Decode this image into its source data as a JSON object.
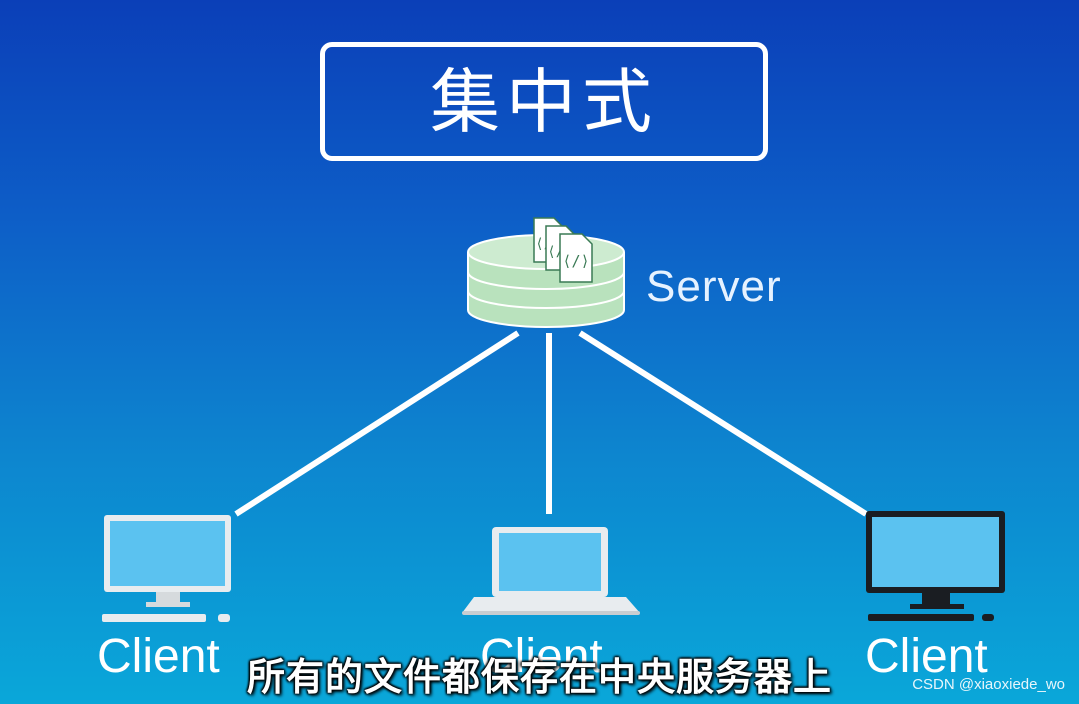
{
  "title": "集中式",
  "server": {
    "label": "Server"
  },
  "clients": [
    {
      "label": "Client",
      "device": "desktop-monitor-icon"
    },
    {
      "label": "Client",
      "device": "laptop-icon"
    },
    {
      "label": "Client",
      "device": "dark-monitor-icon"
    }
  ],
  "subtitle": "所有的文件都保存在中央服务器上",
  "watermark": "CSDN @xiaoxiede_wo",
  "colors": {
    "background_top": "#0b3fb8",
    "background_bottom": "#0aa7d9",
    "server_fill": "#b9e2bd",
    "screen": "#5bc2f0",
    "line": "#ffffff"
  }
}
